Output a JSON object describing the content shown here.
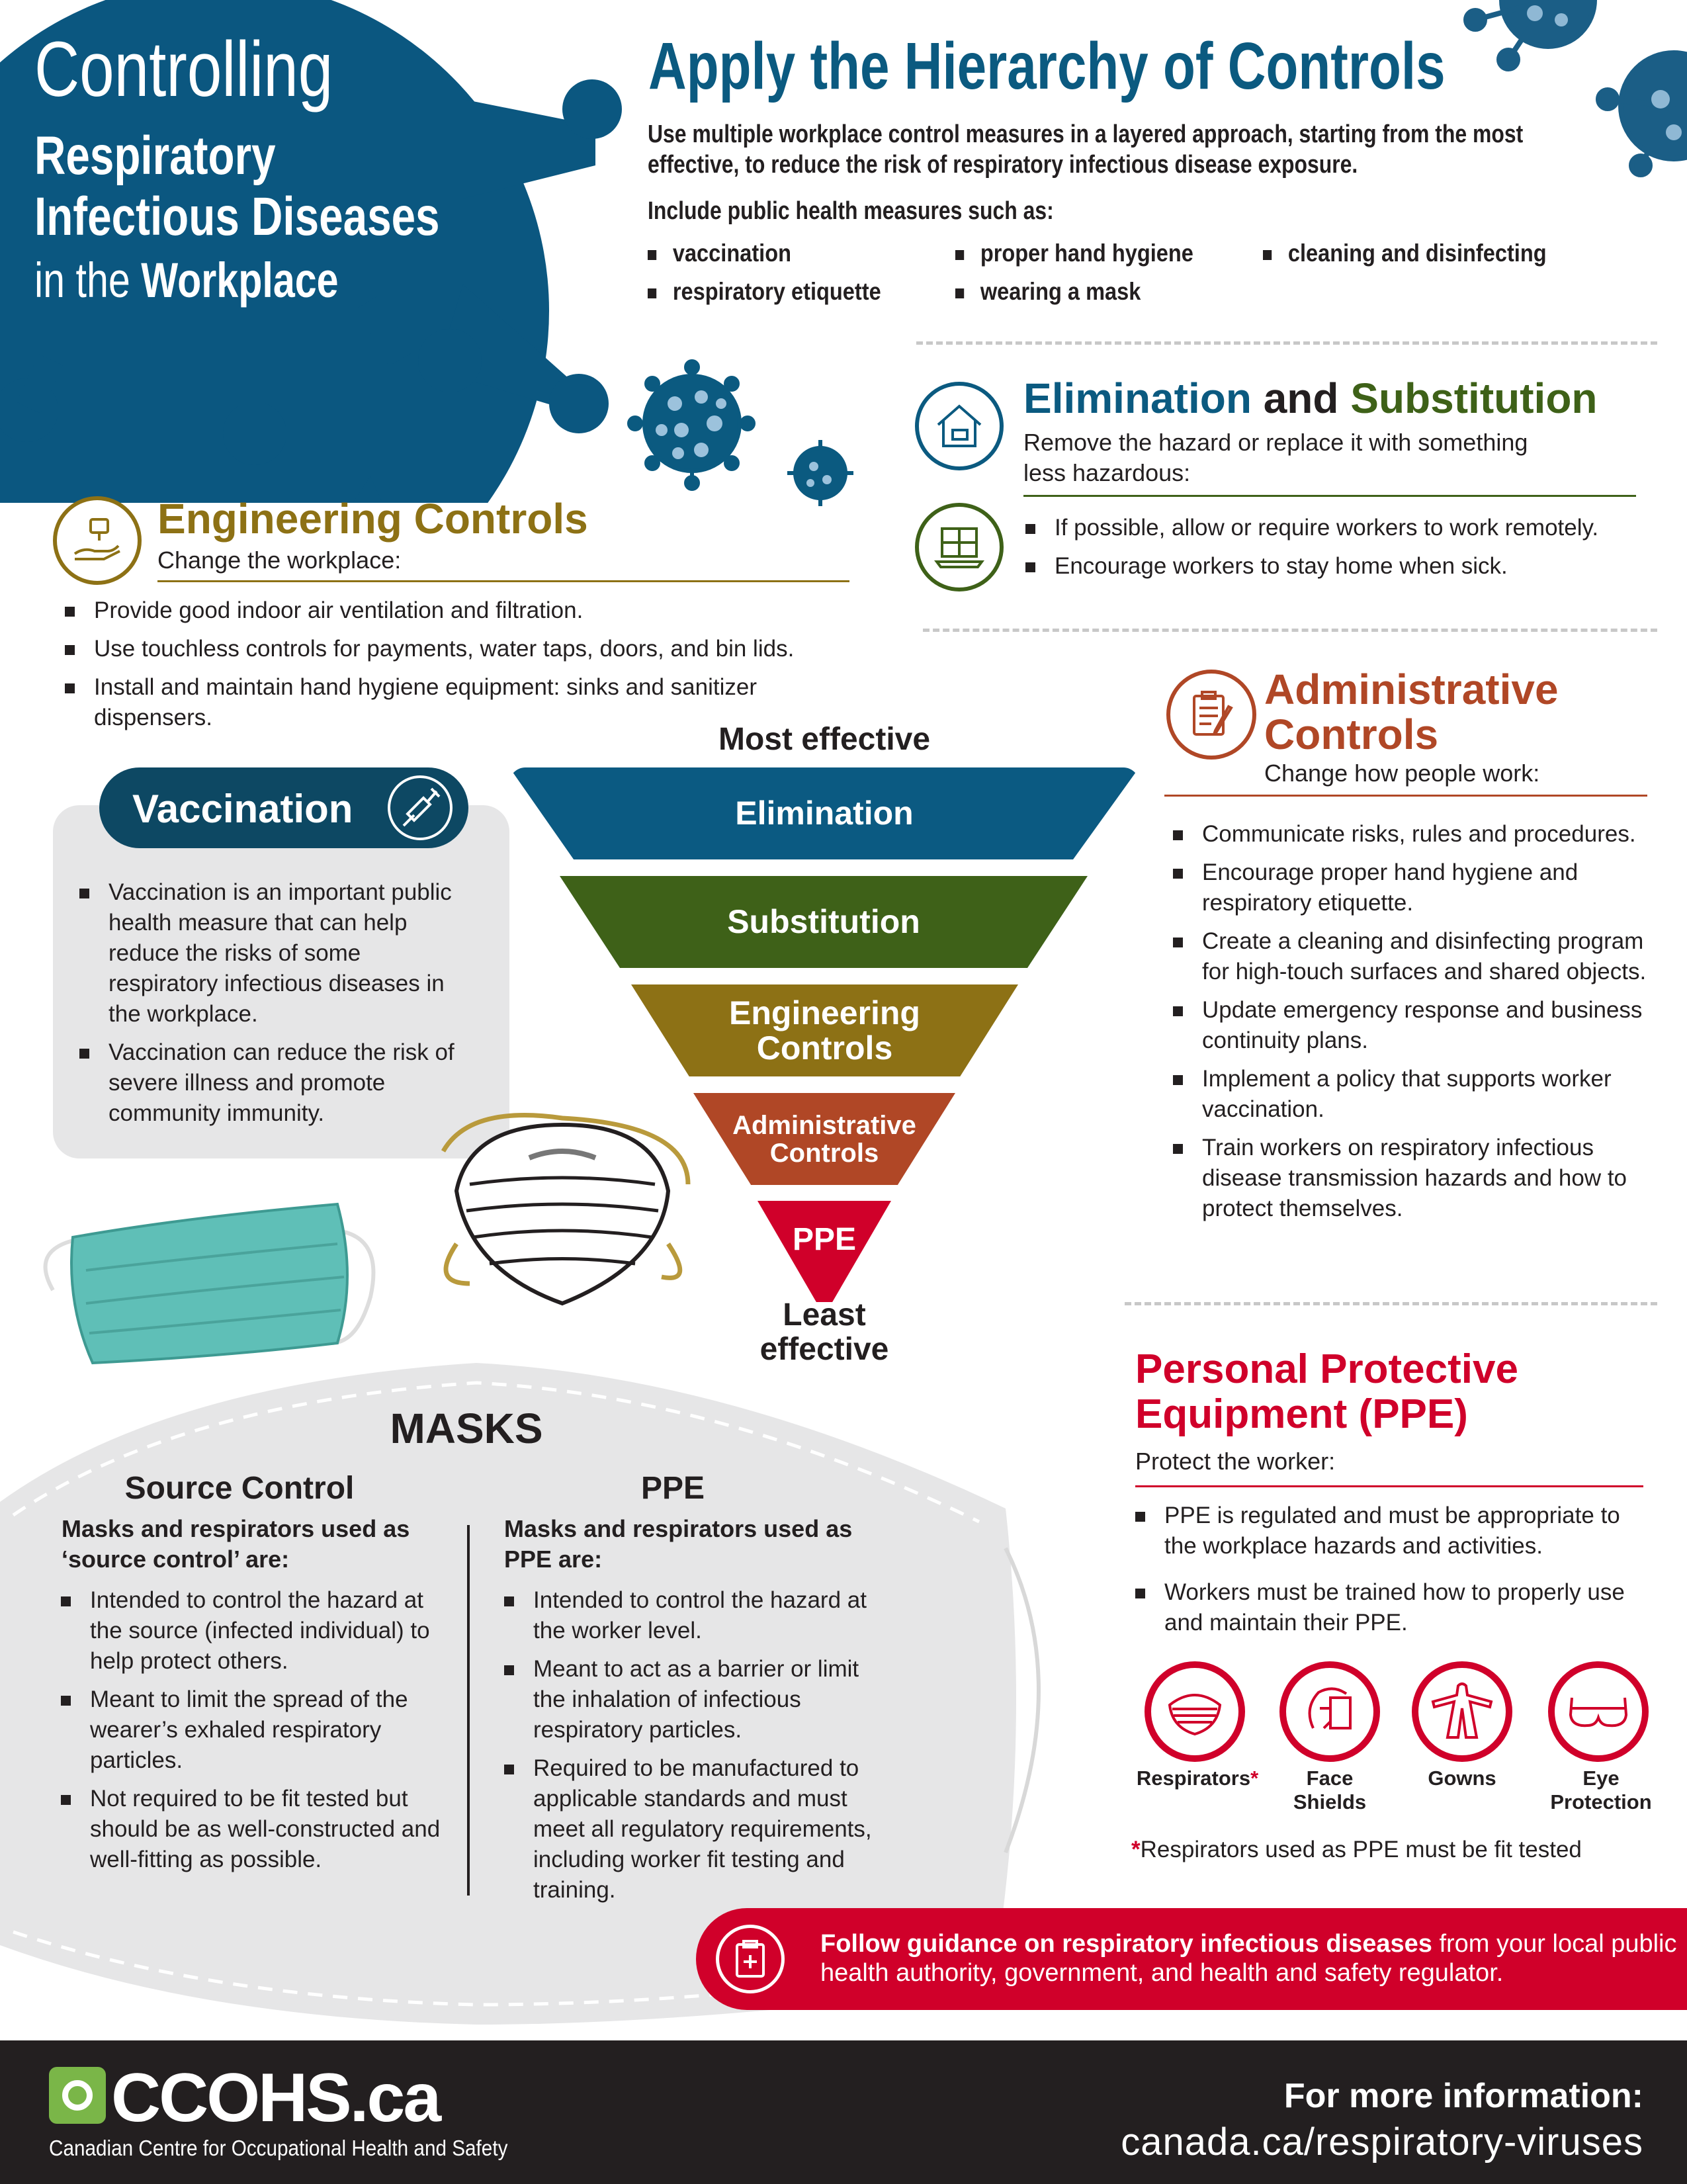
{
  "colors": {
    "blue": "#0b5a80",
    "green": "#3e6118",
    "gold": "#8d7115",
    "rust": "#b04726",
    "red": "#d0002a",
    "dark": "#231f20"
  },
  "title": {
    "line1": "Controlling",
    "line2": "Respiratory",
    "line3": "Infectious Diseases",
    "line4a": "in the ",
    "line4b": "Workplace"
  },
  "hierarchy": {
    "heading": "Apply the Hierarchy of Controls",
    "intro": "Use multiple workplace control measures in a layered approach, starting from the most effective, to reduce the risk of respiratory infectious disease exposure.",
    "include": "Include public health measures such as:",
    "measures": [
      "vaccination",
      "proper hand hygiene",
      "cleaning and disinfecting",
      "respiratory etiquette",
      "wearing a mask"
    ]
  },
  "elimination": {
    "title_a": "Elimination",
    "title_and": " and ",
    "title_b": "Substitution",
    "sub": "Remove the hazard or replace it with something less hazardous:",
    "bullets": [
      "If possible, allow or require workers to work remotely.",
      "Encourage workers to stay home when sick."
    ]
  },
  "engineering": {
    "title": "Engineering Controls",
    "sub": "Change the workplace:",
    "bullets": [
      "Provide good indoor air ventilation and filtration.",
      "Use touchless controls for payments, water taps, doors, and bin lids.",
      "Install and maintain hand hygiene equipment: sinks and sanitizer dispensers."
    ]
  },
  "administrative": {
    "title1": "Administrative",
    "title2": "Controls",
    "sub": "Change how people work:",
    "bullets": [
      "Communicate risks, rules and procedures.",
      "Encourage proper hand hygiene and respiratory etiquette.",
      "Create a cleaning and disinfecting program for high-touch surfaces and shared objects.",
      "Update emergency response and business continuity plans.",
      "Implement a policy that supports worker vaccination.",
      "Train workers on respiratory infectious disease transmission hazards and how to protect themselves."
    ]
  },
  "vaccination": {
    "title": "Vaccination",
    "bullets": [
      "Vaccination is an important public health measure that can help reduce the risks of some respiratory infectious diseases in the workplace.",
      "Vaccination can reduce the risk of severe illness and promote community immunity."
    ]
  },
  "pyramid": {
    "top": "Most effective",
    "bottom": "Least effective",
    "levels": [
      "Elimination",
      "Substitution",
      "Engineering Controls",
      "Administrative Controls",
      "PPE"
    ]
  },
  "masks": {
    "title": "MASKS",
    "source": {
      "heading": "Source Control",
      "lead": "Masks and respirators used as ‘source control’ are:",
      "bullets": [
        "Intended to control the hazard at the source (infected individual) to help protect others.",
        "Meant to limit the spread of the wearer’s exhaled respiratory particles.",
        "Not required to be fit tested but should be as well-constructed and well-fitting as possible."
      ]
    },
    "ppe": {
      "heading": "PPE",
      "lead": "Masks and respirators used as PPE are:",
      "bullets": [
        "Intended to control the hazard at the worker level.",
        "Meant to act as a barrier or limit the inhalation of infectious respiratory particles.",
        "Required to be manufactured to applicable standards and must meet all regulatory requirements, including worker fit testing and training."
      ]
    }
  },
  "ppe": {
    "title1": "Personal Protective",
    "title2": "Equipment (PPE)",
    "sub": "Protect the worker:",
    "bullets": [
      "PPE is regulated and must be appropriate to the workplace hazards and activities.",
      "Workers must be trained how to properly use and maintain their PPE."
    ],
    "items": [
      "Respirators",
      "Face Shields",
      "Gowns",
      "Eye Protection"
    ],
    "asterisk": "*",
    "footnote": "Respirators used as PPE must be fit tested"
  },
  "banner": {
    "bold": "Follow guidance on respiratory infectious diseases",
    "rest": " from your local public health authority, government, and health and safety regulator."
  },
  "footer": {
    "logo": "CCOHS.ca",
    "org": "Canadian Centre for Occupational Health and Safety",
    "more": "For more information:",
    "url": "canada.ca/respiratory-viruses"
  }
}
